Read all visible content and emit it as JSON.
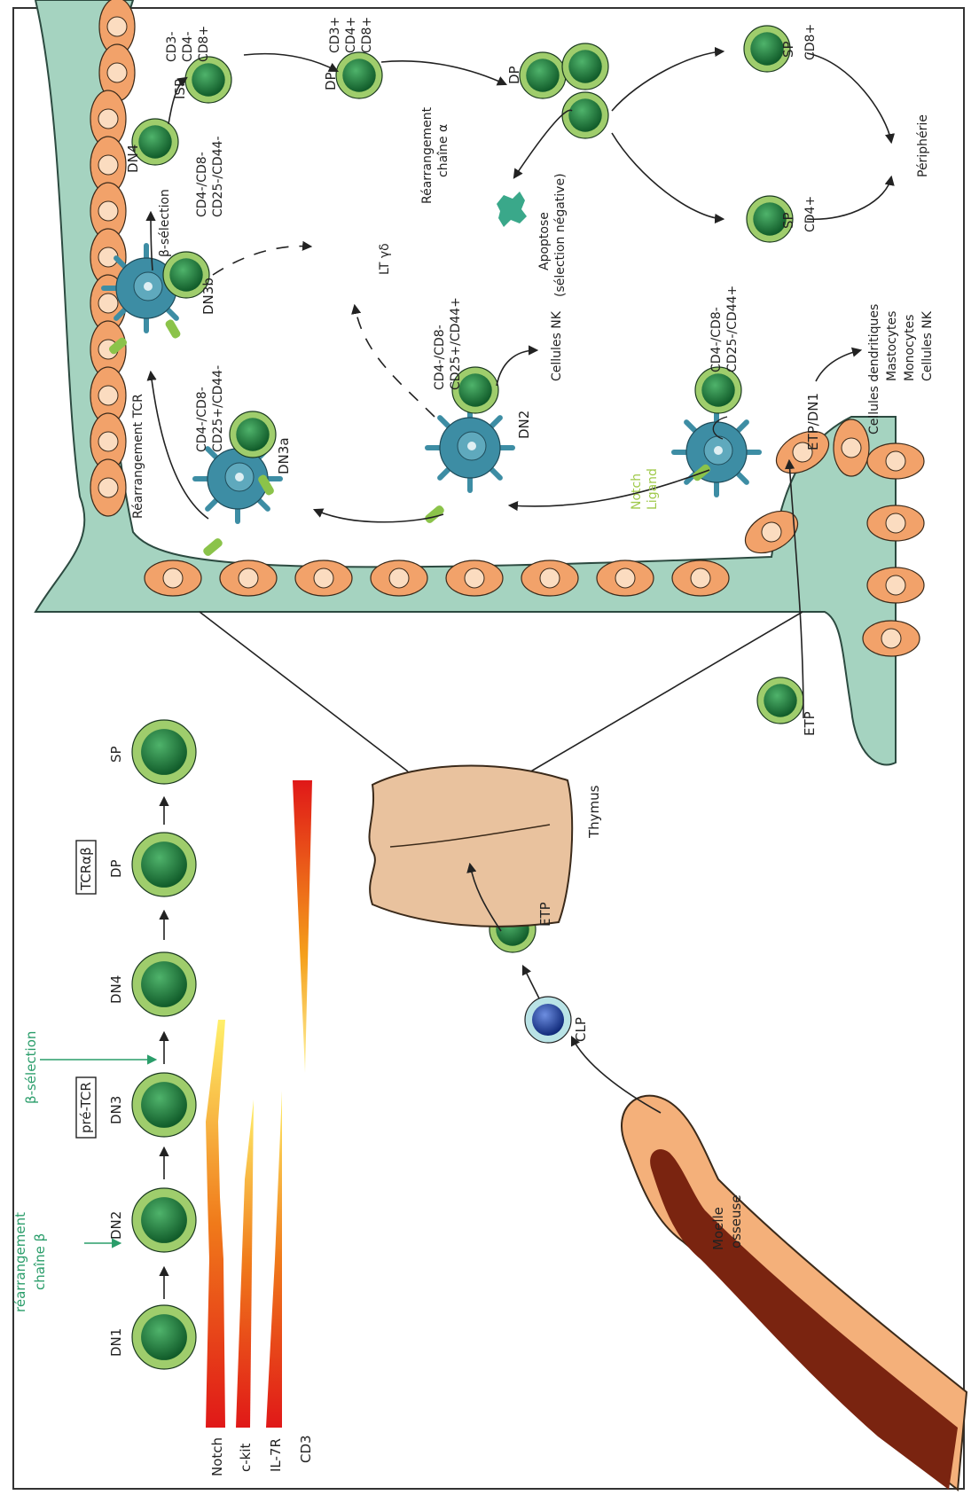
{
  "colors": {
    "stroma": "#a5d3c0",
    "epithelial": "#f2a26a",
    "epithelial_nucleus": "#fbdcc0",
    "cell_outer": "#9fcd6c",
    "cell_inner": "#1d7a3c",
    "dendritic": "#3d8da4",
    "notch_accent": "#8bc34a",
    "green_text": "#2a9d6a",
    "thymus": "#e9c29e",
    "marrow_outer": "#f4b07a",
    "marrow_inner": "#7a2410",
    "clp_core": "#1f3f9a"
  },
  "left_panel": {
    "stages": [
      "DN1",
      "DN2",
      "DN3",
      "DN4",
      "DP",
      "SP"
    ],
    "boxed": {
      "dn3": "pré-TCR",
      "dp": "TCRαβ"
    },
    "annotations": {
      "rearrangement_line1": "réarrangement",
      "rearrangement_line2": "chaîne β",
      "beta_selection": "β-sélection"
    },
    "gradients": [
      "Notch",
      "c-kit",
      "IL-7R",
      "CD3"
    ]
  },
  "bottom": {
    "marrow_line1": "Moelle",
    "marrow_line2": "osseuse",
    "clp": "CLP",
    "etp": "ETP",
    "thymus": "Thymus"
  },
  "right_panel": {
    "etp_entry": "ETP",
    "etp_dn1": "ETP/DN1",
    "dn1_markers": [
      "CD4-/CD8-",
      "CD25-/CD44+"
    ],
    "dn1_fates": [
      "Cellules dendritiques",
      "Mastocytes",
      "Monocytes",
      "Cellules NK"
    ],
    "notch_line1": "Notch",
    "notch_line2": "Ligand",
    "dn2": "DN2",
    "dn2_markers": [
      "CD4-/CD8-",
      "CD25+/CD44+"
    ],
    "nk": "Cellules NK",
    "lt_gd": "LT γδ",
    "dn3a": "DN3a",
    "dn3a_markers": [
      "CD4-/CD8-",
      "CD25+/CD44-"
    ],
    "tcr_rearrangement": "Réarrangement TCR",
    "dn3b": "DN3b",
    "beta_selection": "β-sélection",
    "dn4": "DN4",
    "dn4_markers": [
      "CD4-/CD8-",
      "CD25-/CD44-"
    ],
    "isp": "ISP",
    "isp_markers": [
      "CD3-",
      "CD4-",
      "CD8+"
    ],
    "dp": "DP",
    "dp_markers": [
      "CD3+",
      "CD4+",
      "CD8+"
    ],
    "alpha_line1": "Réarrangement",
    "alpha_line2": "chaîne α",
    "dp2": "DP",
    "apoptosis_line1": "Apoptose",
    "apoptosis_line2": "(sélection négative)",
    "sp_cd8": "SP",
    "cd8": "CD8+",
    "sp_cd4": "SP",
    "cd4": "CD4+",
    "periphery": "Périphérie"
  }
}
